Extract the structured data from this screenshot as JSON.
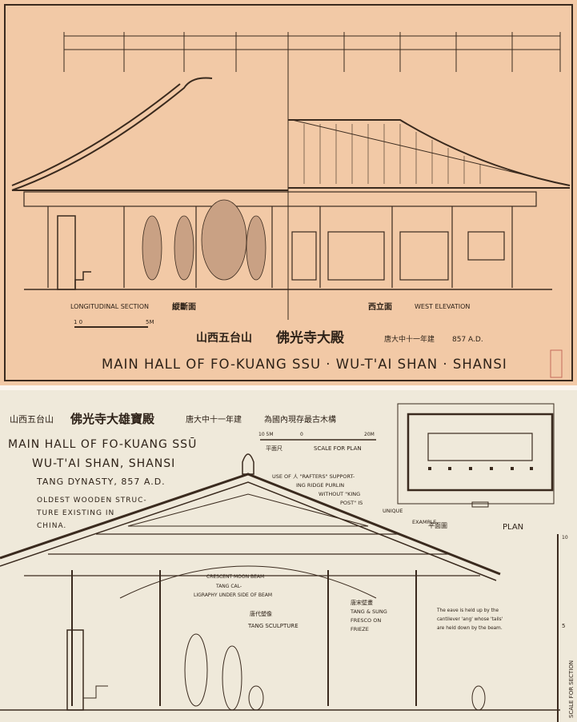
{
  "top_drawing": {
    "section_label_en": "LONGITUDINAL SECTION",
    "section_label_zh": "縱斷面",
    "elevation_label_zh": "西立面",
    "elevation_label_en": "WEST ELEVATION",
    "scale_start": "1 0",
    "scale_end": "5M",
    "title_zh_location": "山西五台山",
    "title_zh_name": "佛光寺大殿",
    "date_zh": "唐大中十一年建",
    "date_ad": "857 A.D.",
    "title_en": "MAIN HALL OF FO-KUANG SSU · WU-T'AI SHAN · SHANSI"
  },
  "bottom_drawing": {
    "title_zh_location": "山西五台山",
    "title_zh_name": "佛光寺大雄寶殿",
    "date_zh": "唐大中十一年建",
    "note_zh": "為國內現存最古木構",
    "title_en_1": "MAIN HALL OF FO-KUANG SSŪ",
    "title_en_2": "WU-T'AI SHAN, SHANSI",
    "dynasty": "TANG DYNASTY, 857 A.D.",
    "note_en": [
      "OLDEST WOODEN STRUC-",
      "TURE EXISTING IN",
      "CHINA."
    ],
    "plan_scale": {
      "left": "10 5M",
      "zero": "0",
      "right": "20M",
      "label_zh": "平面尺",
      "label_en": "SCALE FOR PLAN"
    },
    "rafter_note": [
      "USE OF 人 \"RAFTERS\" SUPPORT-",
      "ING RIDGE PURLIN",
      "WITHOUT \"KING",
      "POST\" IS",
      "UNIQUE",
      "EXAMPLE."
    ],
    "plan_label_zh": "平面圖",
    "plan_label_en": "PLAN",
    "crescent_note": [
      "CRESCENT MOON BEAM",
      "TANG CAL-",
      "LIGRAPHY UNDER SIDE OF BEAM"
    ],
    "sculpture_zh": "唐代塑像",
    "sculpture_en": "TANG SCULPTURE",
    "fresco_zh": "唐宋壁畫",
    "fresco_en": [
      "TANG & SUNG",
      "FRESCO ON",
      "FRIEZE"
    ],
    "eave_note": [
      "The eave is held up by the",
      "cantilever 'ang' whose 'tails'",
      "are held down by the beam."
    ],
    "section_scale_top": "10",
    "section_scale_mid": "5",
    "section_scale_label": "SCALE FOR SECTION"
  }
}
